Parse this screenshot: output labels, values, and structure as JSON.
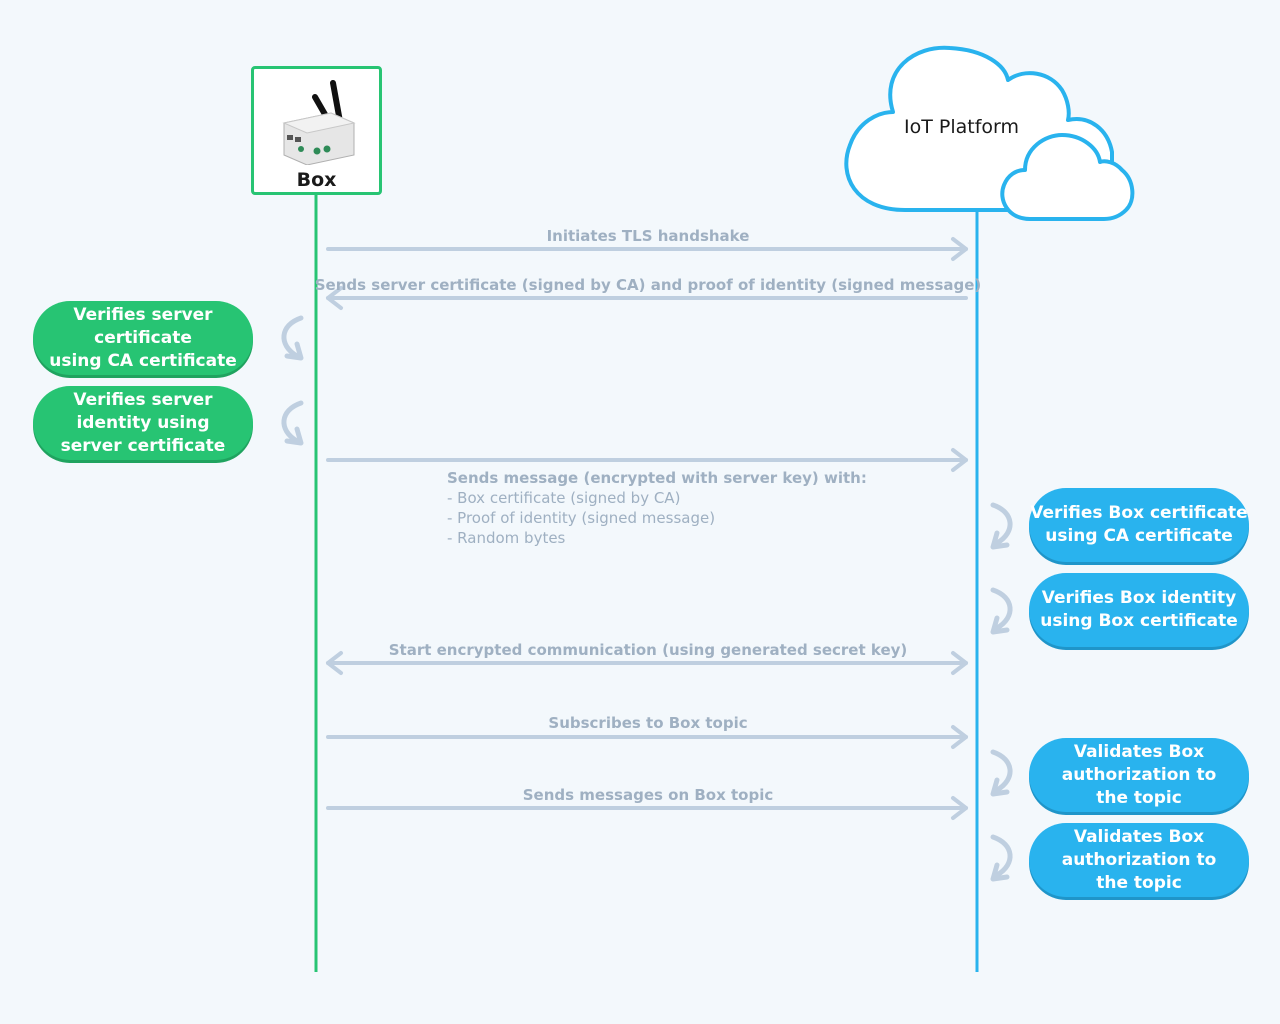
{
  "colors": {
    "background": "#f3f8fc",
    "box_green": "#27c473",
    "platform_blue": "#29b3ee",
    "arrow_gray": "#bfcfe0",
    "text_gray": "#9fb0c2"
  },
  "participants": {
    "box": {
      "label": "Box",
      "icon": "router-device-icon"
    },
    "platform": {
      "label": "IoT Platform",
      "icon": "cloud-icon"
    }
  },
  "messages": [
    {
      "label": "Initiates TLS handshake",
      "direction": "box-to-platform"
    },
    {
      "label": "Sends server certificate (signed by CA) and proof of identity (signed message)",
      "direction": "platform-to-box"
    },
    {
      "label": "Sends message (encrypted with server key) with:",
      "direction": "box-to-platform",
      "details": [
        "- Box certificate (signed by CA)",
        "- Proof of identity (signed message)",
        "- Random bytes"
      ]
    },
    {
      "label": "Start encrypted communication (using generated secret key)",
      "direction": "bidirectional"
    },
    {
      "label": "Subscribes to Box topic",
      "direction": "box-to-platform"
    },
    {
      "label": "Sends messages on Box topic",
      "direction": "box-to-platform"
    }
  ],
  "box_steps": [
    {
      "lines": [
        "Verifies server",
        "certificate",
        "using CA certificate"
      ]
    },
    {
      "lines": [
        "Verifies server",
        "identity using",
        "server certificate"
      ]
    }
  ],
  "platform_steps": [
    {
      "lines": [
        "Verifies Box certificate",
        "using CA certificate"
      ]
    },
    {
      "lines": [
        "Verifies Box identity",
        "using Box certificate"
      ]
    },
    {
      "lines": [
        "Validates Box",
        "authorization to",
        "the topic"
      ]
    },
    {
      "lines": [
        "Validates Box",
        "authorization to",
        "the topic"
      ]
    }
  ]
}
